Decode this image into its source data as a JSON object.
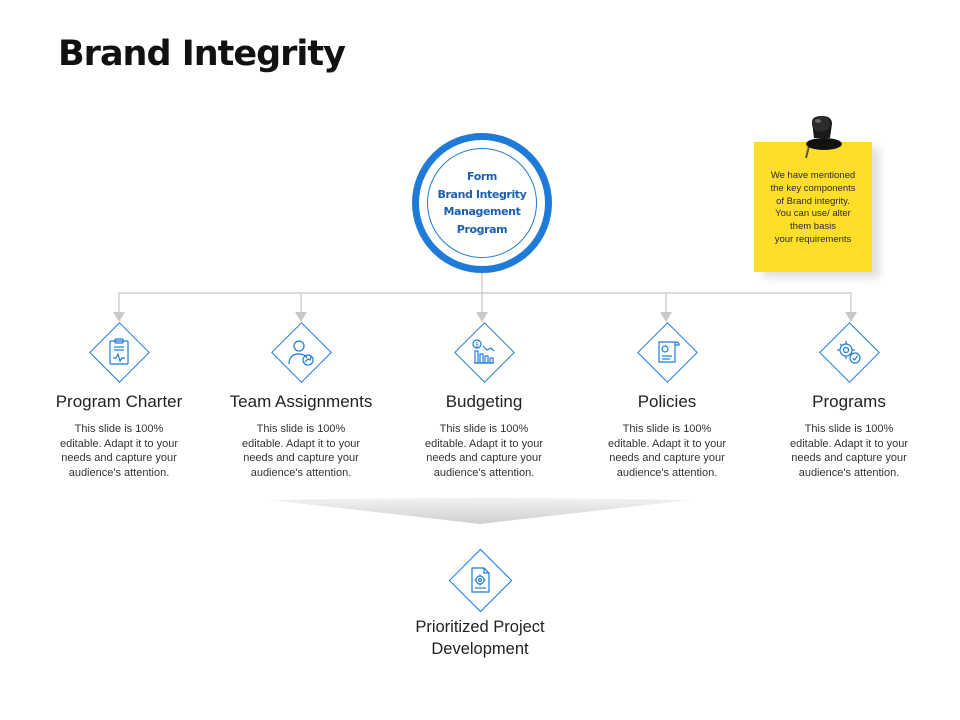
{
  "slide": {
    "title": "Brand Integrity"
  },
  "hub": {
    "lines": [
      "Form",
      "Brand Integrity",
      "Management",
      "Program"
    ]
  },
  "note": {
    "lines": [
      "We have mentioned",
      "the key components",
      "of Brand integrity.",
      "You can use/ alter",
      "them basis",
      "your requirements"
    ],
    "color": "#ffde2a"
  },
  "categories": [
    {
      "title": "Program Charter",
      "icon": "clipboard-chart-icon",
      "desc": [
        "This slide is 100%",
        "editable. Adapt it to your",
        "needs and capture your",
        "audience's attention."
      ]
    },
    {
      "title": "Team Assignments",
      "icon": "person-growth-icon",
      "desc": [
        "This slide is 100%",
        "editable. Adapt it to your",
        "needs and capture your",
        "audience's attention."
      ]
    },
    {
      "title": "Budgeting",
      "icon": "dollar-bar-chart-icon",
      "desc": [
        "This slide is 100%",
        "editable. Adapt it to your",
        "needs and capture your",
        "audience's attention."
      ]
    },
    {
      "title": "Policies",
      "icon": "certificate-scroll-icon",
      "desc": [
        "This slide is 100%",
        "editable. Adapt it to your",
        "needs and capture your",
        "audience's attention."
      ]
    },
    {
      "title": "Programs",
      "icon": "gear-check-icon",
      "desc": [
        "This slide is 100%",
        "editable. Adapt it to your",
        "needs and capture your",
        "audience's attention."
      ]
    }
  ],
  "final": {
    "lines": [
      "Prioritized Project",
      "Development"
    ],
    "icon": "document-gear-icon"
  },
  "colors": {
    "accent": "#1e7bd8",
    "hub_text": "#1b5fb0",
    "connector": "#c8c8c8"
  }
}
